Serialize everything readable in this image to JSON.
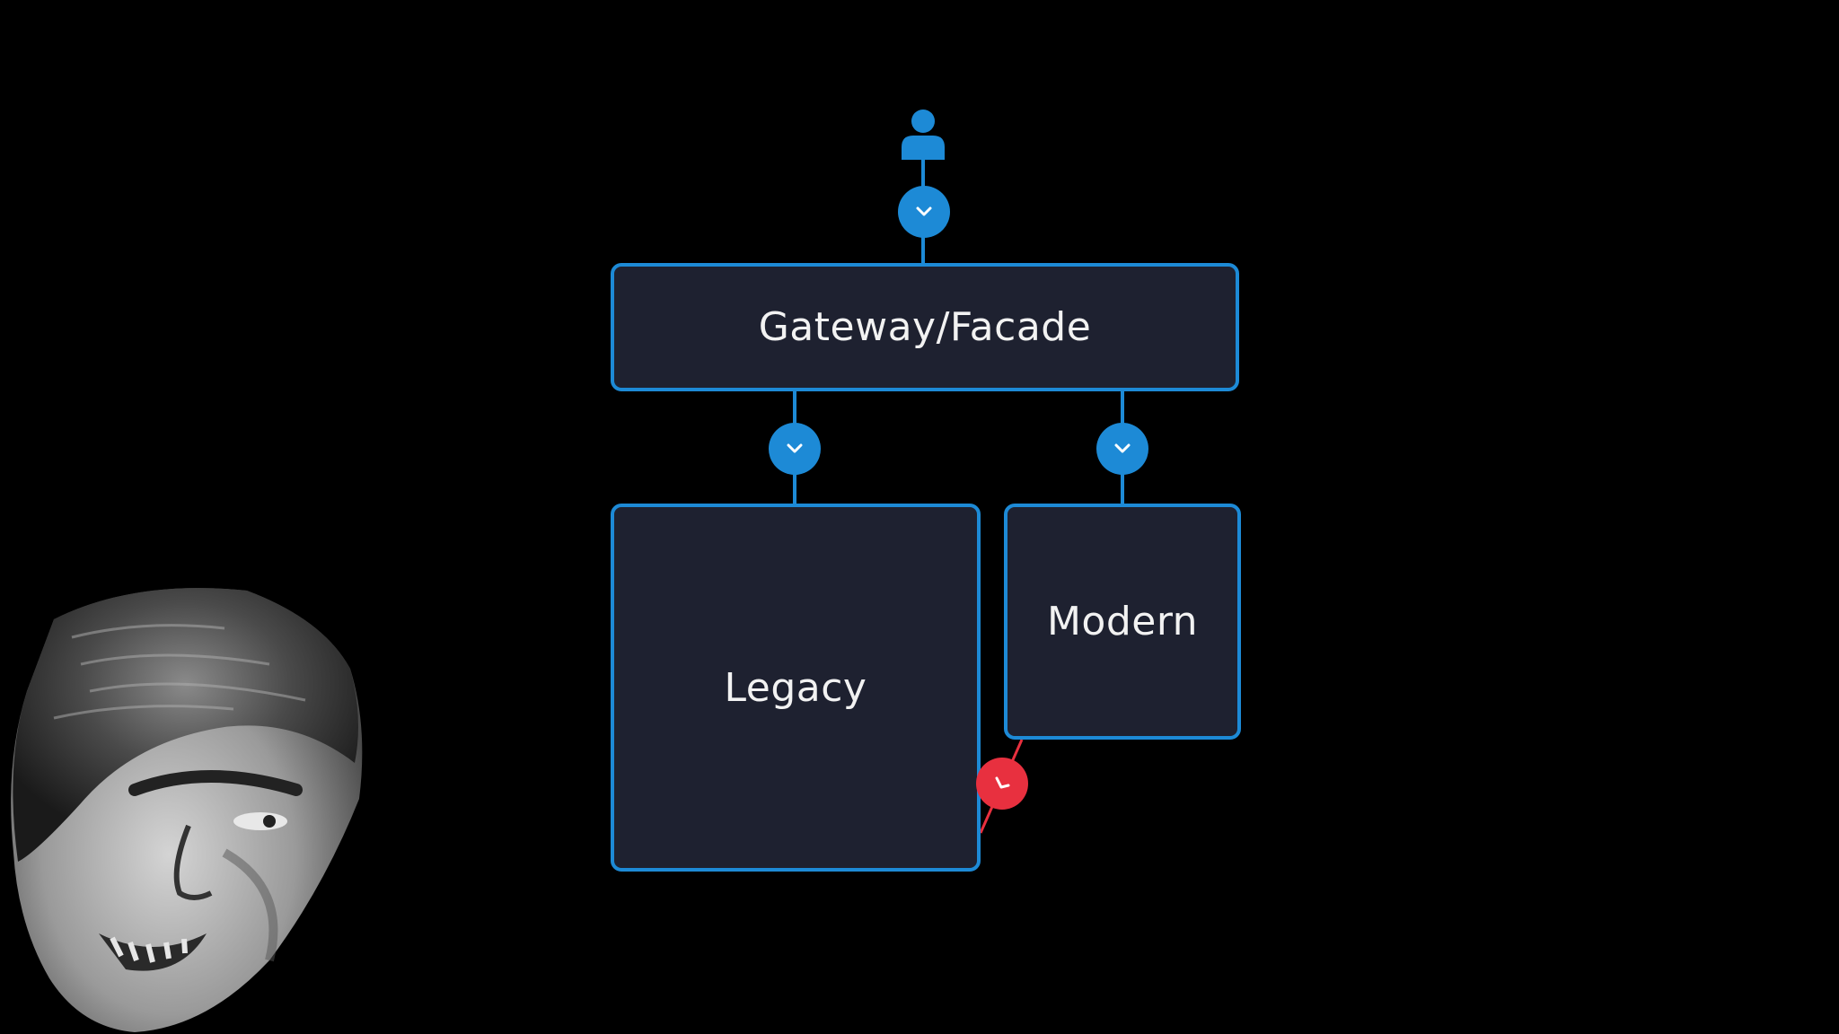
{
  "diagram": {
    "nodes": {
      "gateway": "Gateway/Facade",
      "legacy": "Legacy",
      "modern": "Modern"
    },
    "edges": [
      {
        "from": "user",
        "to": "gateway",
        "status": "ok"
      },
      {
        "from": "gateway",
        "to": "legacy",
        "status": "ok"
      },
      {
        "from": "gateway",
        "to": "modern",
        "status": "ok"
      },
      {
        "from": "modern",
        "to": "legacy",
        "status": "blocked"
      }
    ]
  },
  "colors": {
    "background": "#000000",
    "node_fill": "#1e2130",
    "accent_blue": "#1d8ad6",
    "blocked_red": "#e8303f",
    "text": "#f2f2f2"
  },
  "icons": {
    "user": "user-icon",
    "arrow": "chevron-down-icon",
    "blocked": "broken-arrow-icon",
    "face": "face-photo"
  }
}
